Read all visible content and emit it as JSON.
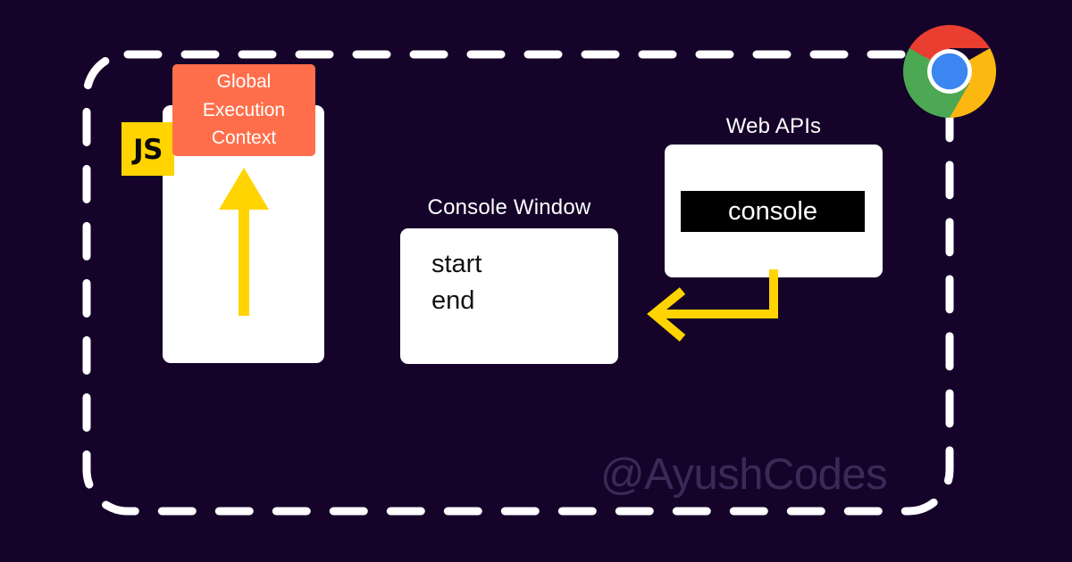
{
  "theme": {
    "background": "#15032a",
    "frame_stroke": "#ffffff",
    "card_bg": "#ffffff",
    "accent_orange": "#ff6e4a",
    "accent_yellow": "#ffd400",
    "js_yellow": "#ffd400",
    "chip_black": "#000000",
    "watermark_color": "#3b2a56",
    "text_on_card": "#111111",
    "text_on_dark": "#ffffff"
  },
  "browser_frame": {
    "style": "dashed-rounded-rectangle"
  },
  "call_stack": {
    "badge_label": "JS",
    "frame_label_lines": [
      "Global",
      "Execution",
      "Context"
    ],
    "frame_label": "Global Execution Context",
    "arrow_direction": "up"
  },
  "console_window": {
    "title": "Console Window",
    "lines": [
      "start",
      "end"
    ]
  },
  "web_apis": {
    "title": "Web APIs",
    "chip_label": "console",
    "arrow_direction": "left"
  },
  "watermark": {
    "handle": "@AyushCodes"
  },
  "chrome": {
    "icon_name": "chrome-logo"
  }
}
